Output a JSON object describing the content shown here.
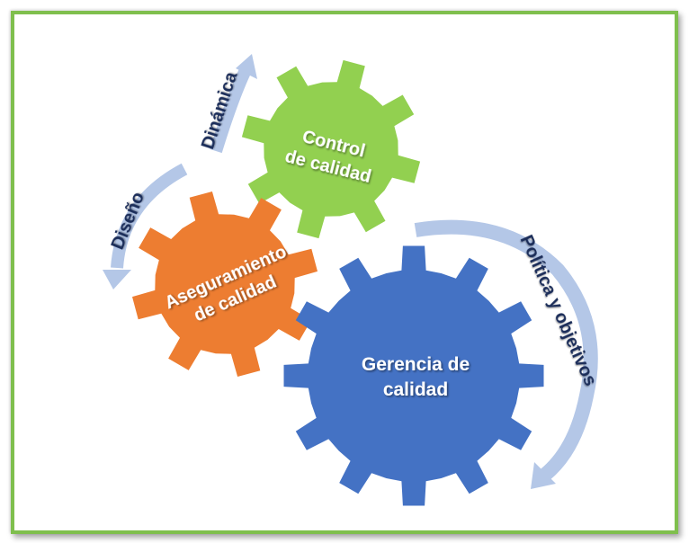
{
  "gears": {
    "control": {
      "line1": "Control",
      "line2": "de calidad",
      "color": "#92d050"
    },
    "assurance": {
      "line1": "Aseguramiento",
      "line2": "de calidad",
      "color": "#ed7d31"
    },
    "management": {
      "line1": "Gerencia de",
      "line2": "calidad",
      "color": "#4472c4"
    }
  },
  "arrows": {
    "dynamics": "Dinámica",
    "design": "Diseño",
    "policy": "Política y objetivos",
    "color": "#b4c7e7"
  },
  "colors": {
    "border": "#7fbf4d",
    "arrow_text": "#1f2f5a"
  }
}
